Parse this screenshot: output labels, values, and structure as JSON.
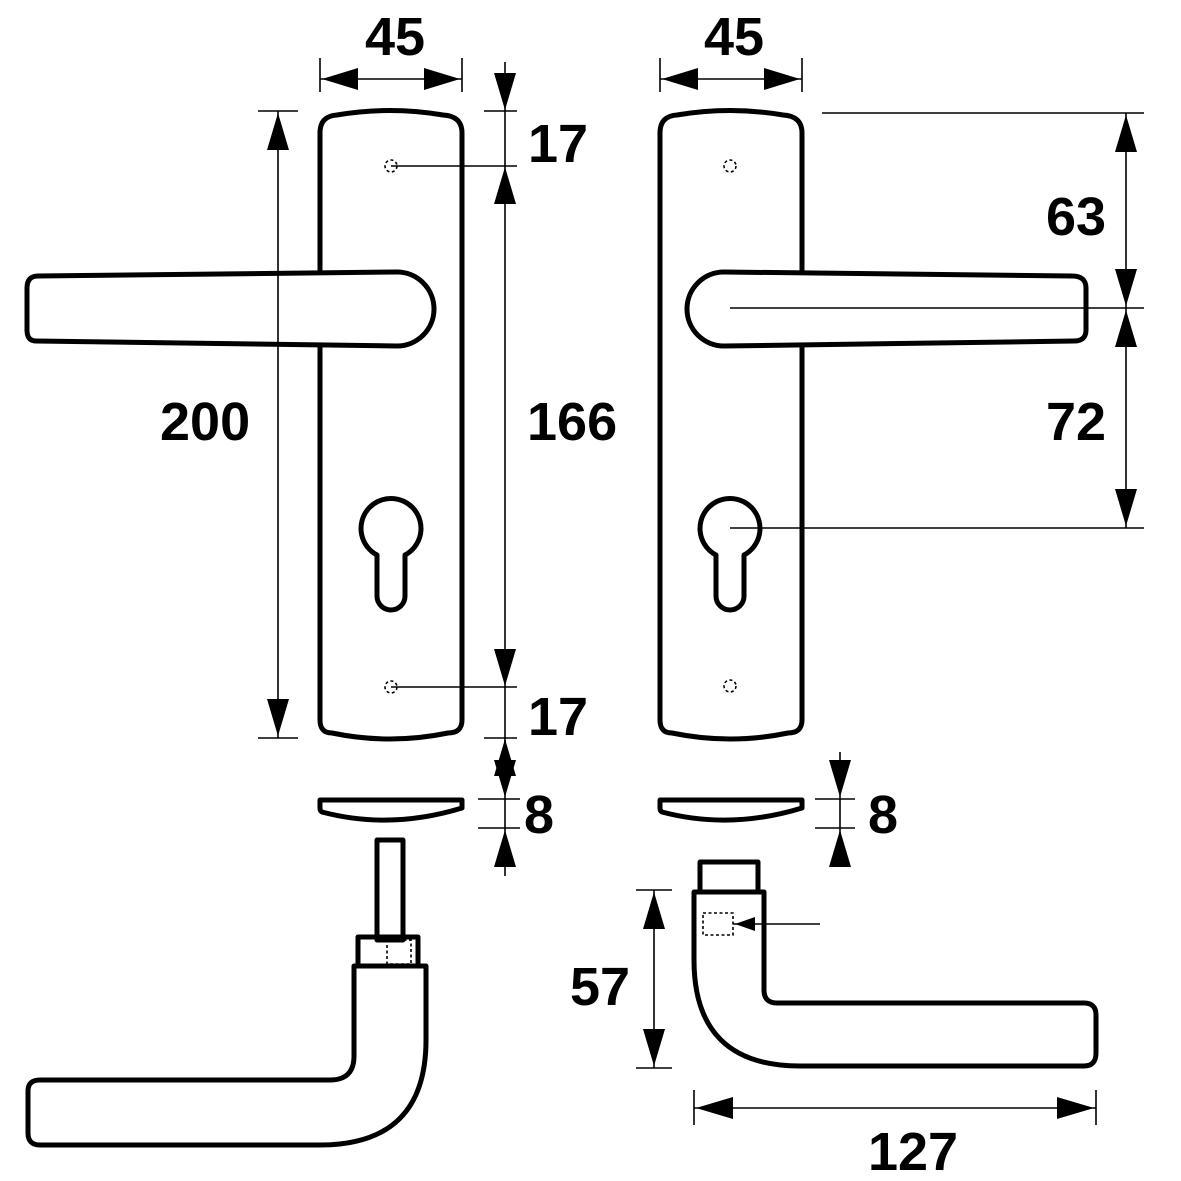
{
  "dimensions": {
    "left_plate_width": "45",
    "right_plate_width": "45",
    "top_hole_offset": "17",
    "bottom_hole_offset": "17",
    "hole_spacing": "166",
    "plate_height": "200",
    "top_to_handle": "63",
    "handle_to_cylinder": "72",
    "left_rose_thickness": "8",
    "right_rose_thickness": "8",
    "handle_height": "57",
    "handle_length": "127"
  },
  "colors": {
    "line": "#000000",
    "background": "#ffffff"
  }
}
